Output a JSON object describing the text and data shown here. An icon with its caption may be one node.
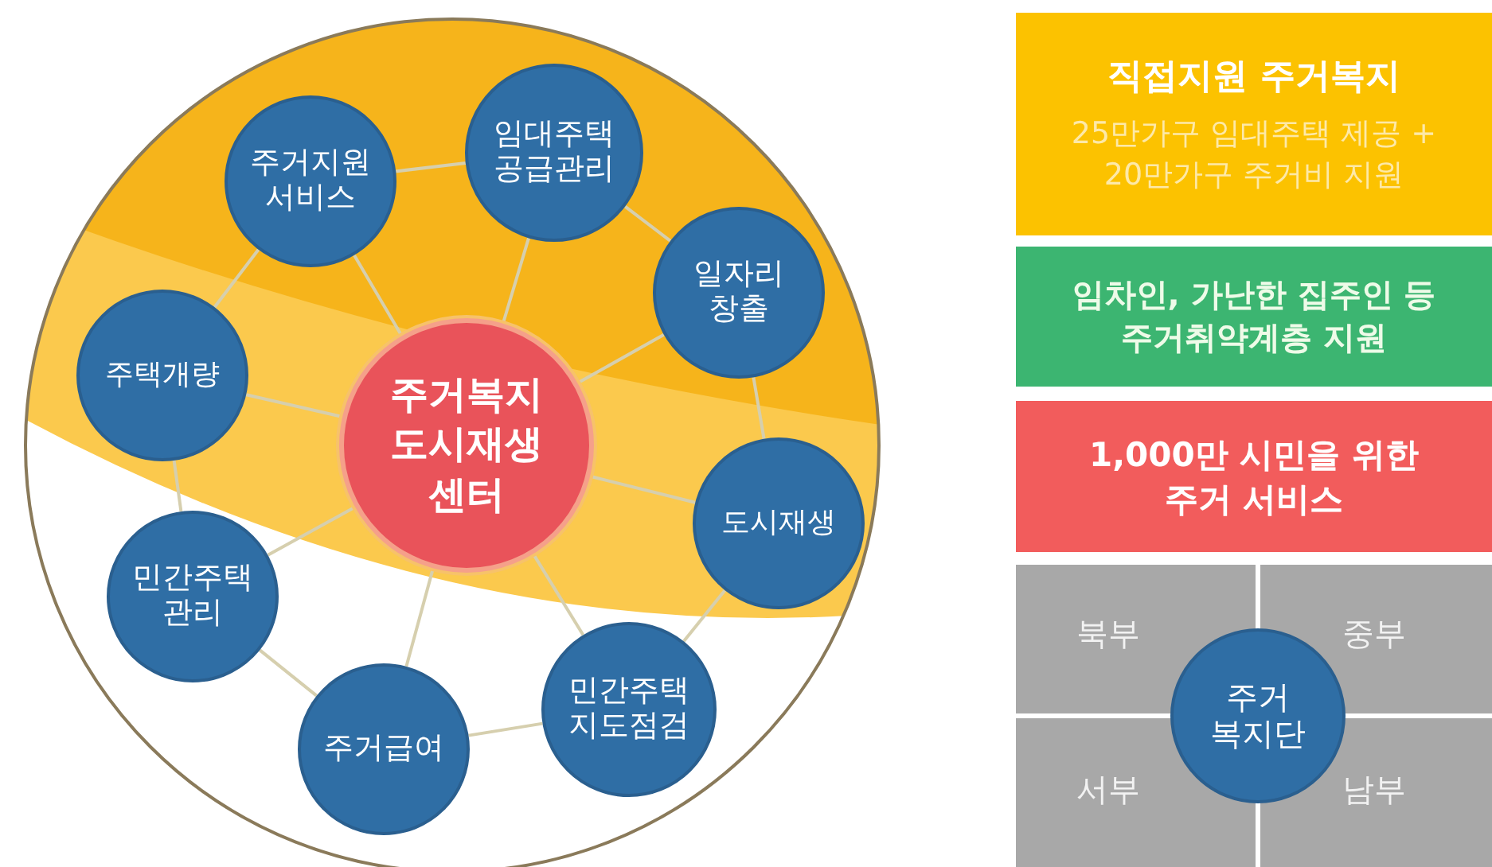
{
  "diagram": {
    "nodes": [
      {
        "text": [
          "주거지원 서비스"
        ]
      },
      {
        "text": [
          "임대주택 공급관리"
        ]
      },
      {
        "text": [
          "일자리 창출"
        ]
      },
      {
        "text": [
          "주택개량"
        ]
      },
      {
        "text": [
          "주거복지 도시재생 센터"
        ]
      },
      {
        "text": [
          "도시재생"
        ]
      },
      {
        "text": [
          "민간주택 관리"
        ]
      },
      {
        "text": [
          "민간주택 지도점검"
        ]
      },
      {
        "text": [
          "주거급여"
        ]
      },
      {
        "text": [
          "직접지원 주거복지",
          "25만가구 임대주택 제공 + 20만가구 주거비 지원"
        ]
      },
      {
        "text": [
          "임차인, 가난한 집주인 등 주거취약계층 지원"
        ]
      },
      {
        "text": [
          "1,000만 시민을 위한 주거 서비스"
        ]
      },
      {
        "text": [
          "주거 복지단"
        ]
      }
    ],
    "edges": [
      {
        "from": 4,
        "to": 0,
        "arrow": "none"
      },
      {
        "from": 4,
        "to": 1,
        "arrow": "none"
      },
      {
        "from": 4,
        "to": 2,
        "arrow": "none"
      },
      {
        "from": 4,
        "to": 3,
        "arrow": "none"
      },
      {
        "from": 4,
        "to": 5,
        "arrow": "none"
      },
      {
        "from": 4,
        "to": 6,
        "arrow": "none"
      },
      {
        "from": 4,
        "to": 7,
        "arrow": "none"
      },
      {
        "from": 4,
        "to": 8,
        "arrow": "none"
      },
      {
        "from": 0,
        "to": 1,
        "arrow": "none"
      },
      {
        "from": 1,
        "to": 2,
        "arrow": "none"
      },
      {
        "from": 2,
        "to": 5,
        "arrow": "none"
      },
      {
        "from": 5,
        "to": 7,
        "arrow": "none"
      },
      {
        "from": 7,
        "to": 8,
        "arrow": "none"
      },
      {
        "from": 8,
        "to": 6,
        "arrow": "none"
      },
      {
        "from": 6,
        "to": 3,
        "arrow": "none"
      },
      {
        "from": 3,
        "to": 0,
        "arrow": "none"
      }
    ],
    "labels": [
      "북부",
      "중부",
      "서부",
      "남부"
    ]
  }
}
